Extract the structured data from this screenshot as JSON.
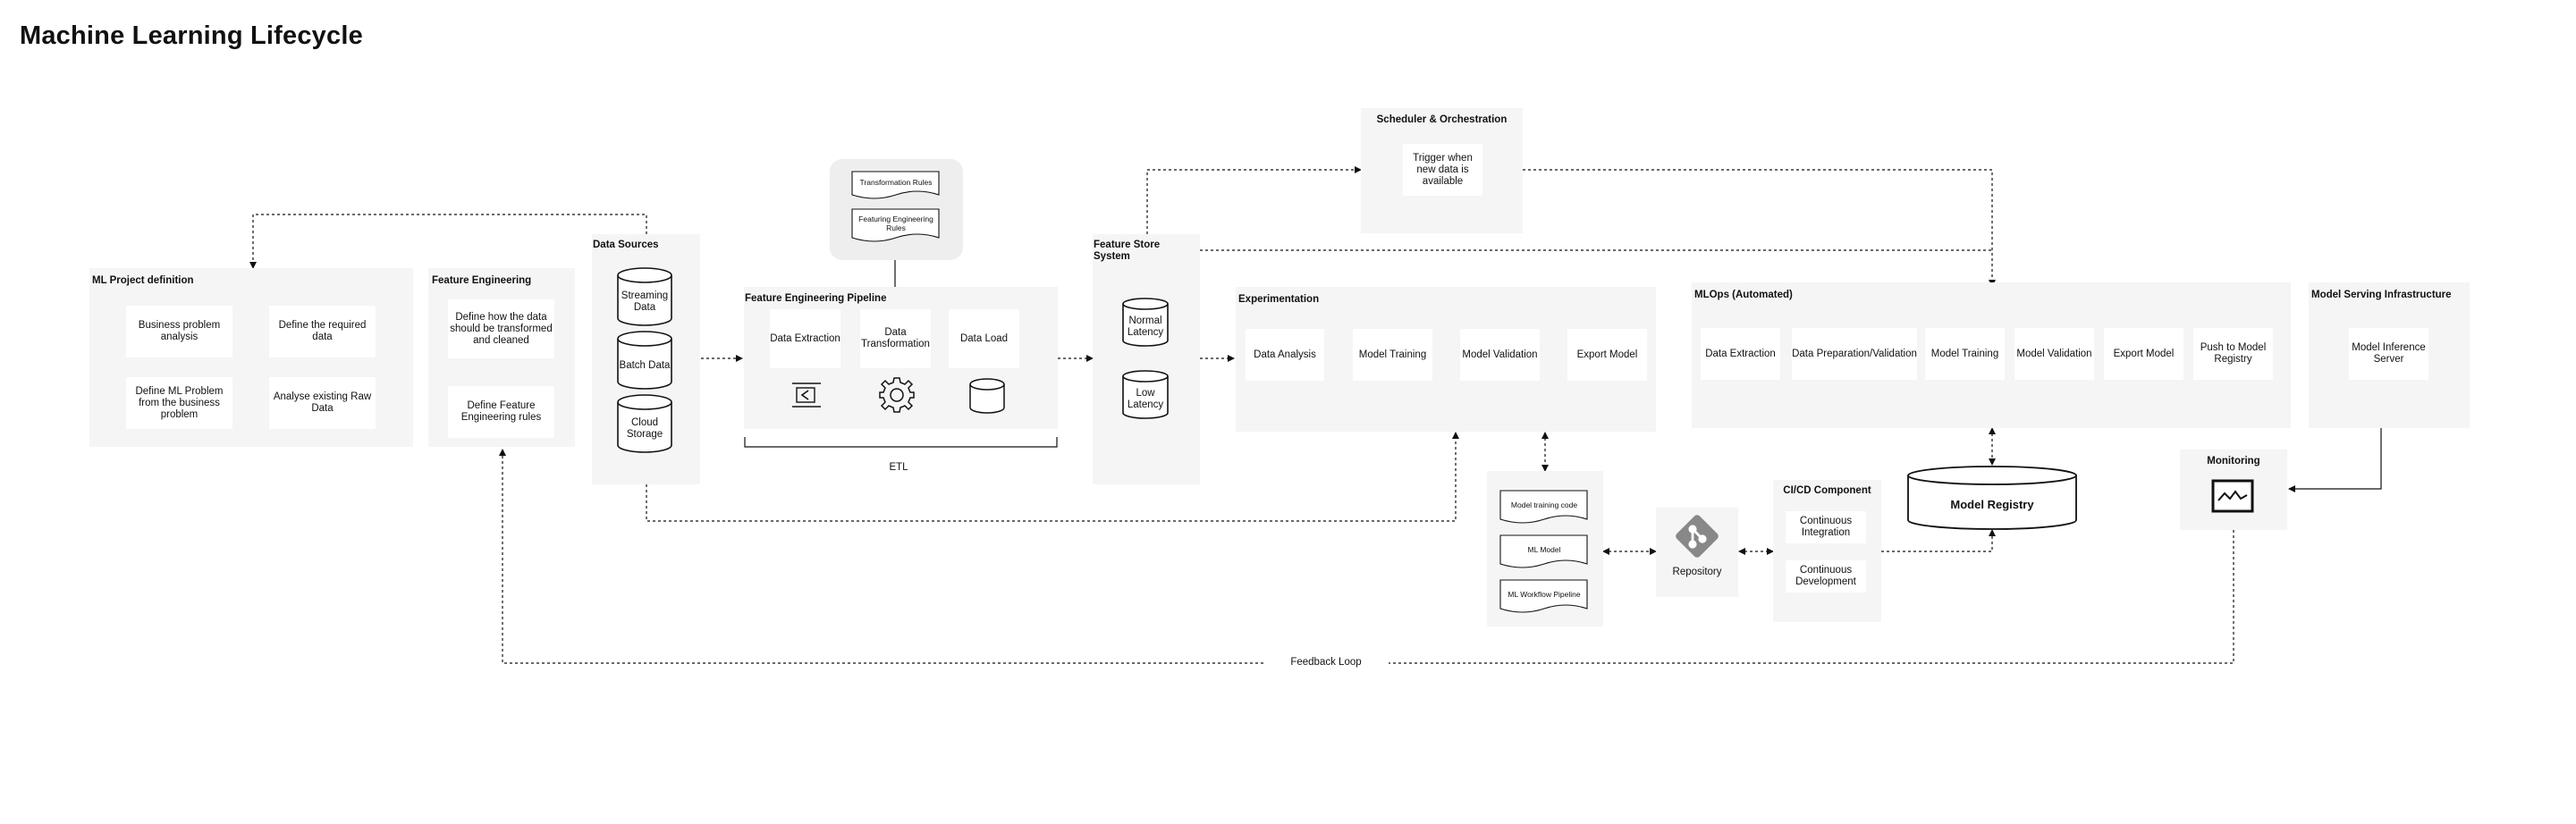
{
  "title": "Machine Learning Lifecycle",
  "ml_project": {
    "title": "ML Project definition",
    "items": [
      "Business problem analysis",
      "Define the required data",
      "Define ML Problem from the business problem",
      "Analyse existing Raw Data"
    ]
  },
  "feature_engineering": {
    "title": "Feature Engineering",
    "items": [
      "Define how the data should be transformed and cleaned",
      "Define Feature Engineering rules"
    ]
  },
  "data_sources": {
    "title": "Data Sources",
    "items": [
      "Streaming Data",
      "Batch Data",
      "Cloud Storage"
    ]
  },
  "rules": {
    "items": [
      "Transformation Rules",
      "Featuring Engineering Rules"
    ]
  },
  "fe_pipeline": {
    "title": "Feature Engineering Pipeline",
    "items": [
      "Data Extraction",
      "Data Transformation",
      "Data Load"
    ],
    "etl_label": "ETL"
  },
  "feature_store": {
    "title": "Feature Store System",
    "items": [
      "Normal Latency",
      "Low Latency"
    ]
  },
  "scheduler": {
    "title": "Scheduler & Orchestration",
    "trigger": "Trigger when new data is available"
  },
  "experimentation": {
    "title": "Experimentation",
    "items": [
      "Data Analysis",
      "Model Training",
      "Model Validation",
      "Export Model"
    ]
  },
  "mlops": {
    "title": "MLOps (Automated)",
    "items": [
      "Data Extraction",
      "Data Preparation/Validation",
      "Model Training",
      "Model Validation",
      "Export Model",
      "Push to Model Registry"
    ]
  },
  "serving": {
    "title": "Model Serving Infrastructure",
    "server": "Model Inference Server"
  },
  "artifacts": {
    "items": [
      "Model training code",
      "ML Model",
      "ML Workflow Pipeline"
    ]
  },
  "repository": {
    "label": "Repository"
  },
  "cicd": {
    "title": "CI/CD Component",
    "items": [
      "Continuous Integration",
      "Continuous Development"
    ]
  },
  "registry": {
    "label": "Model Registry"
  },
  "monitoring": {
    "title": "Monitoring"
  },
  "feedback": {
    "label": "Feedback Loop"
  },
  "icons": [
    "extract-icon",
    "gear-icon",
    "database-icon",
    "git-icon",
    "monitor-icon"
  ]
}
